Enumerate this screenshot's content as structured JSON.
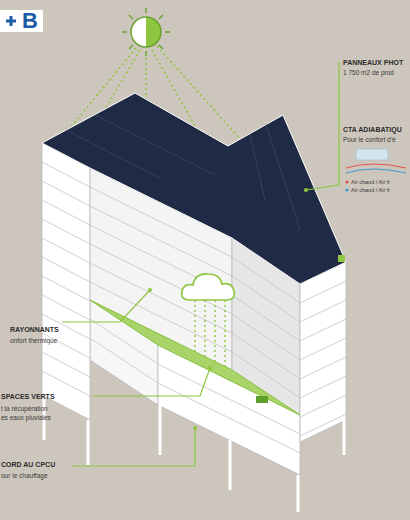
{
  "diagram": {
    "labels": [
      "B",
      "PANNEAUX PHOT",
      "1 750 m2 de prod",
      "CTA ADIABATIQU",
      "Pour le confort d'é",
      "Air chaud / Air fr",
      "Air chaud / Air fr",
      "RAYONNANTS",
      "onfort thermique",
      "SPACES VERTS",
      "t la récupération",
      "es eaux pluviales",
      "CORD AU CPCU",
      "our le chauffage"
    ]
  }
}
